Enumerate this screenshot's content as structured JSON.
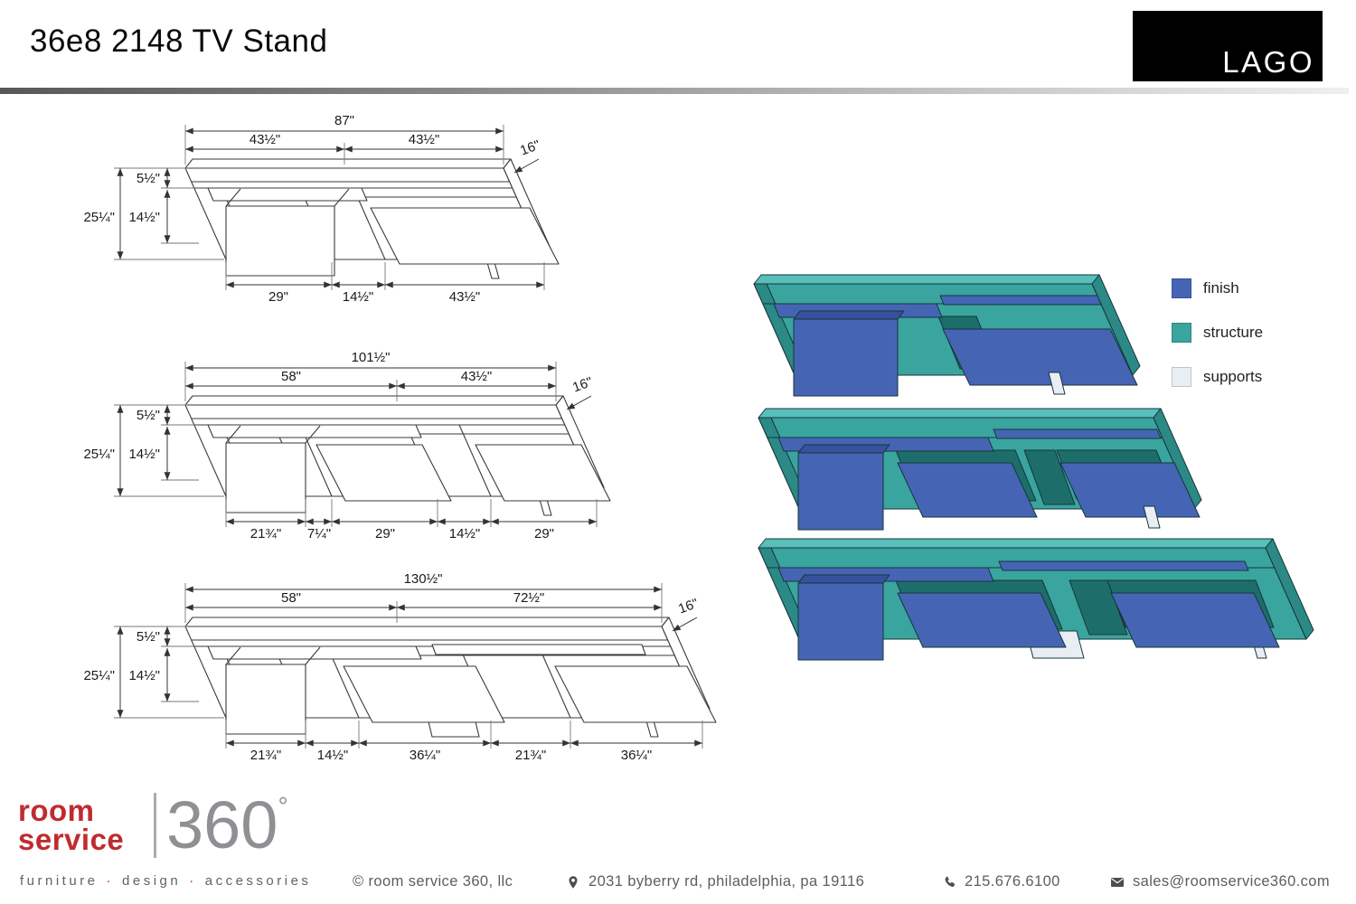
{
  "header": {
    "title": "36e8 2148 TV Stand",
    "brand": "LAGO"
  },
  "drawings": [
    {
      "name": "87-inch model",
      "total_width": "87\"",
      "top_segments": [
        "43½\"",
        "43½\""
      ],
      "depth": "16\"",
      "height_total": "25¼\"",
      "height_top": "5½\"",
      "height_inner": "14½\"",
      "bottom_segments": [
        "29\"",
        "14½\"",
        "43½\""
      ]
    },
    {
      "name": "101.5-inch model",
      "total_width": "101½\"",
      "top_segments": [
        "58\"",
        "43½\""
      ],
      "depth": "16\"",
      "height_total": "25¼\"",
      "height_top": "5½\"",
      "height_inner": "14½\"",
      "bottom_segments": [
        "21¾\"",
        "7¼\"",
        "29\"",
        "14½\"",
        "29\""
      ]
    },
    {
      "name": "130.5-inch model",
      "total_width": "130½\"",
      "top_segments": [
        "58\"",
        "72½\""
      ],
      "depth": "16\"",
      "height_total": "25¼\"",
      "height_top": "5½\"",
      "height_inner": "14½\"",
      "bottom_segments": [
        "21¾\"",
        "14½\"",
        "36¼\"",
        "21¾\"",
        "36¼\""
      ]
    }
  ],
  "legend": {
    "items": [
      {
        "label": "finish",
        "color": "#4565b4"
      },
      {
        "label": "structure",
        "color": "#3aa49f"
      },
      {
        "label": "supports",
        "color": "#e9eef4"
      }
    ]
  },
  "colors": {
    "brand_black": "#000000",
    "accent_red": "#c02b30",
    "finish_blue": "#4565b4",
    "structure_teal": "#3aa49f",
    "supports_gray": "#e9eef4"
  },
  "footer": {
    "logo": {
      "line1": "room",
      "line2": "service",
      "number": "360",
      "degree": "°"
    },
    "tagline": {
      "words": [
        "furniture",
        "design",
        "accessories"
      ],
      "separator": "·"
    },
    "copyright": "© room service 360, llc",
    "address": "2031 byberry rd, philadelphia, pa 19116",
    "phone": "215.676.6100",
    "email": "sales@roomservice360.com"
  }
}
